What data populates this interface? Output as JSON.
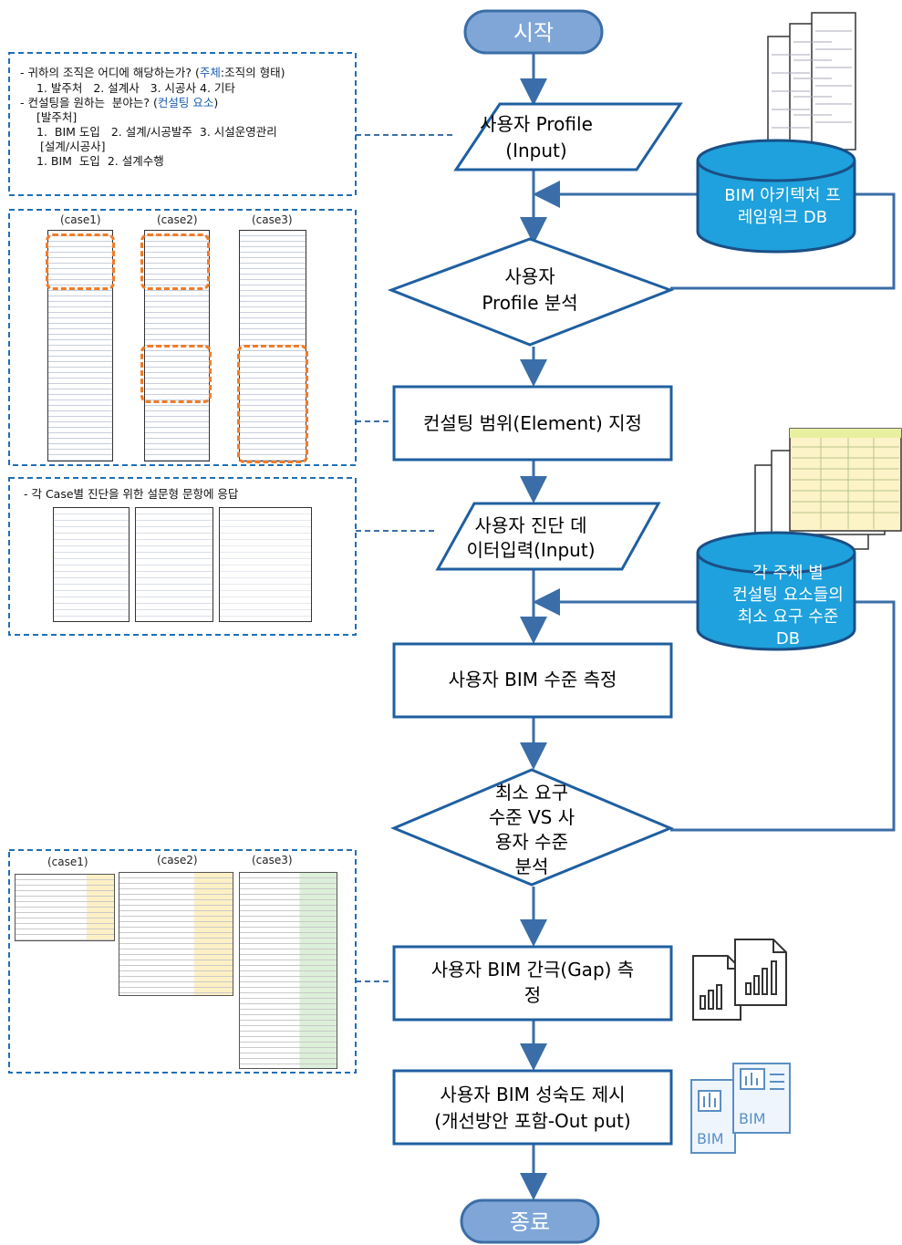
{
  "flow": {
    "start": "시작",
    "profile_input": [
      "사용자 Profile",
      "(Input)"
    ],
    "profile_analysis": [
      "사용자",
      "Profile 분석"
    ],
    "element_scope": "컨설팅 범위(Element) 지정",
    "diag_input": [
      "사용자 진단 데",
      "이터입력(Input)"
    ],
    "bim_level": "사용자 BIM 수준 측정",
    "compare": [
      "최소 요구",
      "수준 VS 사",
      "용자 수준",
      "분석"
    ],
    "gap": [
      "사용자 BIM 간극(Gap) 측",
      "정"
    ],
    "maturity": [
      "사용자 BIM 성숙도 제시",
      "(개선방안 포함-Out put)"
    ],
    "end": "종료"
  },
  "databases": {
    "arch_db": [
      "BIM 아키텍처 프",
      "레임워크 DB"
    ],
    "req_db": [
      "각 주체 별",
      "컨설팅 요소들의",
      "최소 요구 수준",
      "DB"
    ]
  },
  "panel1": {
    "q1": "- 귀하의 조직은 어디에 해당하는가? (",
    "q1_hl": "주체",
    "q1_tail": ":조직의 형태)",
    "q1_opts": "1. 발주처   2. 설계사   3. 시공사 4. 기타",
    "q2": "- 컨설팅을 원하는  분야는? (",
    "q2_hl": "컨설팅 요소",
    "q2_tail": ")",
    "owner_hdr": "[발주처]",
    "owner_opts": "1.  BIM 도입   2. 설계/시공발주  3. 시설운영관리",
    "design_hdr": "[설계/시공사]",
    "design_opts": "1. BIM  도입  2. 설계수행"
  },
  "panel2": {
    "cases": [
      "(case1)",
      "(case2)",
      "(case3)"
    ]
  },
  "panel3": {
    "title": "- 각 Case별 진단을 위한 설문형 문항에 응답"
  },
  "panel4": {
    "cases": [
      "(case1)",
      "(case2)",
      "(case3)"
    ]
  },
  "icons": {
    "report_docs": "bar-chart-document-icon",
    "bim_docs": "bim-report-icon"
  },
  "colors": {
    "flow_blue": "#1f6fb5",
    "terminal_fill": "#7fa6d6",
    "db_fill": "#1ea1dc",
    "highlight_dash": "#f07c28"
  }
}
